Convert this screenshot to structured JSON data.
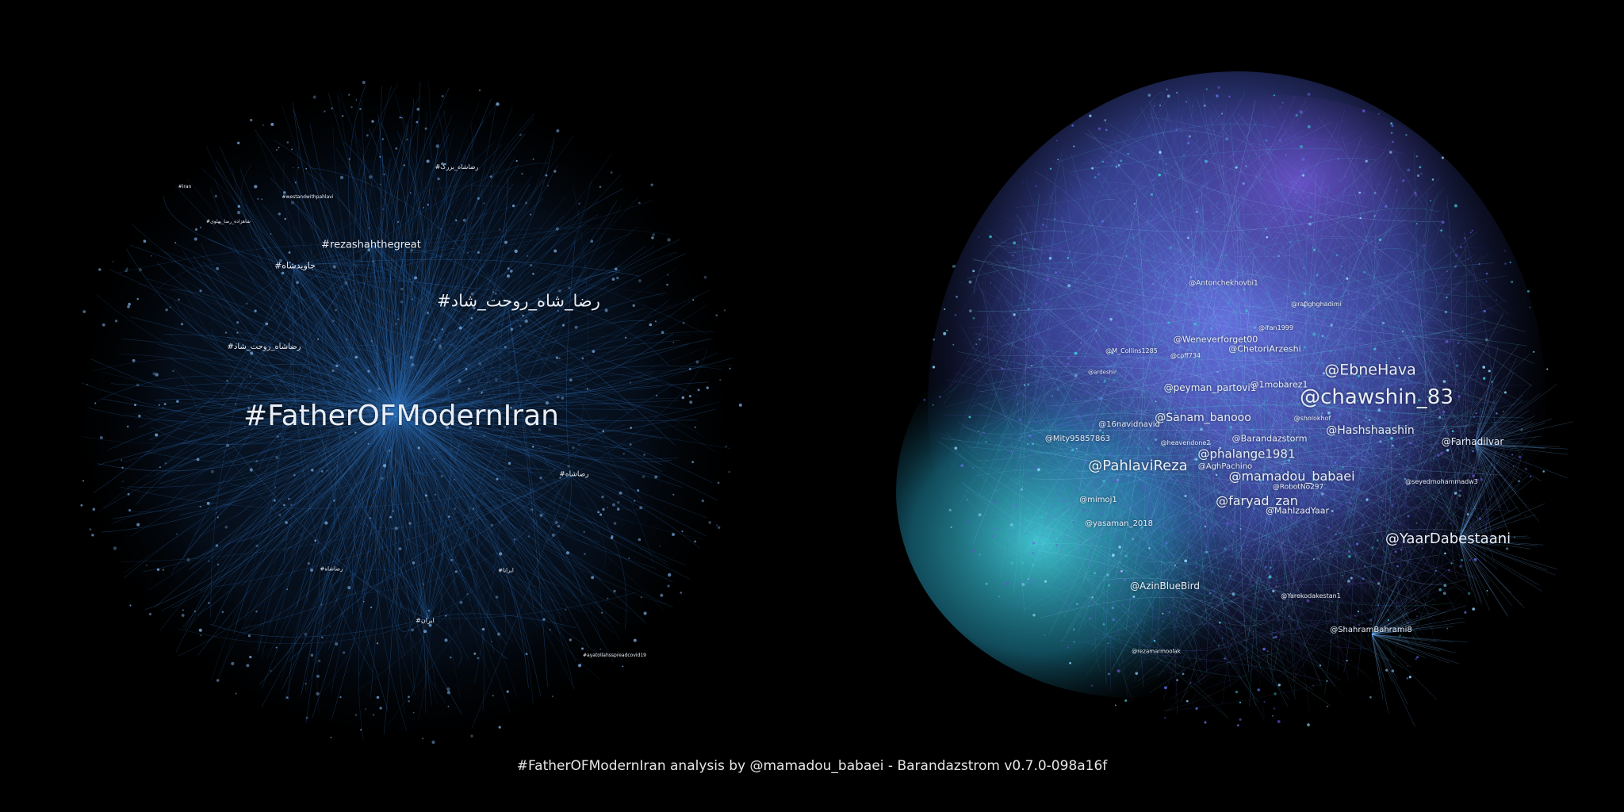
{
  "colors": {
    "background": "#000000",
    "left_edges": "#2e6fb8",
    "left_nodes": "#7fb2e8",
    "right_core_blue": "#5a6de0",
    "right_core_cyan": "#3fc9d8",
    "right_core_purple": "#6a4fd0",
    "label": "#e8eef8"
  },
  "left_graph": {
    "labels": [
      "#FatherOFModernIran",
      "#رضا_شاه_روحت_شاد",
      "#rezashahthegreat",
      "#جاویدشاه",
      "#رضاشاه_روحت_شاد",
      "#رضاشاه",
      "#رضاشاه_بزرگ",
      "#ایران",
      "#ایرانا",
      "#رضاشاه",
      "#westandwithpahlavi",
      "#شاهزاده_رضا_پهلوی",
      "#iran",
      "#ayatollahsspreadcovid19"
    ]
  },
  "right_graph": {
    "labels": [
      "@chawshin_83",
      "@EbneHava",
      "@YaarDabestaani",
      "@PahlaviReza",
      "@mamadou_babaei",
      "@faryad_zan",
      "@phalange1981",
      "@Hashshaashin",
      "@Sanam_banooo",
      "@peyman_partovi1",
      "@1mobarez1",
      "@Farhadilvar",
      "@AzinBlueBird",
      "@Barandazstorm",
      "@Weneverforget00",
      "@ChetoriArzeshi",
      "@16navidnavid",
      "@Mity95857863",
      "@AghPachino",
      "@MahlzadYaar",
      "@yasaman_2018",
      "@mimoj1",
      "@ShahramBahrami8",
      "@Antonchekhovbi1",
      "@iran1999",
      "@seyedmohammadw3",
      "@sholokhof",
      "@rafighghadimi",
      "@M_Collins1285",
      "@heavendone2",
      "@RobotNo297",
      "@Yarekodakestan1",
      "@rezamarmoolak",
      "@coff734",
      "@ardeshir"
    ]
  },
  "footer": {
    "text": "#FatherOFModernIran analysis by @mamadou_babaei - Barandazstrom v0.7.0-098a16f"
  }
}
